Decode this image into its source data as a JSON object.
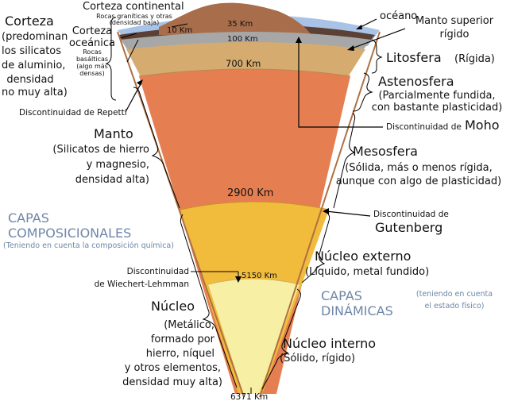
{
  "colors": {
    "ocean": "#a9c3e6",
    "crust_continental": "#a86d4a",
    "crust_oceanic": "#5a4035",
    "lithosphere": "#a7a7a7",
    "asthenosphere": "#d5ab6f",
    "mesosphere": "#e57f52",
    "outer_core": "#f1bb3c",
    "inner_core": "#f6efa4",
    "label_blue": "#6e86a8"
  },
  "labels": {
    "corteza_title": "Corteza",
    "corteza_desc": [
      "(predominan",
      "los silicatos",
      "de aluminio,",
      "densidad",
      "no muy alta)"
    ],
    "corteza_continental": "Corteza continental",
    "rocas_graniticas": [
      "Rocas graníticas y otras",
      "(densidad baja)"
    ],
    "corteza_oceanica": [
      "Corteza",
      "oceánica"
    ],
    "rocas_basalticas": [
      "Rocas",
      "basálticas",
      "(algo más",
      "densas)"
    ],
    "oceano": "océano",
    "manto_superior": [
      "Manto superior",
      "rígido"
    ],
    "litosfera_title": "Litosfera",
    "litosfera_sub": "(Rígida)",
    "astenosfera_title": "Astenosfera",
    "astenosfera_desc": [
      "(Parcialmente fundida,",
      "con bastante plasticidad)"
    ],
    "repetti": "Discontinuidad de Repetti",
    "moho_prefix": "Discontinuidad de",
    "moho_word": "Moho",
    "manto_title": "Manto",
    "manto_desc": [
      "(Silicatos de hierro",
      "y magnesio,",
      "densidad alta)"
    ],
    "mesosfera_title": "Mesosfera",
    "mesosfera_desc": [
      "(Sólida, más o menos rígida,",
      "aunque con algo de plasticidad)"
    ],
    "capas_comp": [
      "CAPAS",
      "COMPOSICIONALES"
    ],
    "capas_comp_note": "(Teniendo en cuenta la composición química)",
    "gutenberg_prefix": "Discontinuidad de",
    "gutenberg_word": "Gutenberg",
    "nucleo_externo_title": "Núcleo externo",
    "nucleo_externo_desc": "(Líquido, metal fundido)",
    "wiechert": [
      "Discontinuidad",
      "de Wiechert-Lehmman"
    ],
    "capas_din": [
      "CAPAS",
      "DINÁMICAS"
    ],
    "capas_din_note": [
      "(teniendo en cuenta",
      "el estado físico)"
    ],
    "nucleo_title": "Núcleo",
    "nucleo_desc": [
      "(Metálico,",
      "formado por",
      "hierro, níquel",
      "y otros elementos,",
      "densidad muy alta)"
    ],
    "nucleo_interno_title": "Núcleo interno",
    "nucleo_interno_desc": "(Sólido, rígido)"
  },
  "depths": {
    "d10": "10 Km",
    "d35": "35 Km",
    "d100": "100 Km",
    "d700": "700 Km",
    "d2900": "2900 Km",
    "d5150": "5150 Km",
    "d6371": "6371 Km"
  }
}
